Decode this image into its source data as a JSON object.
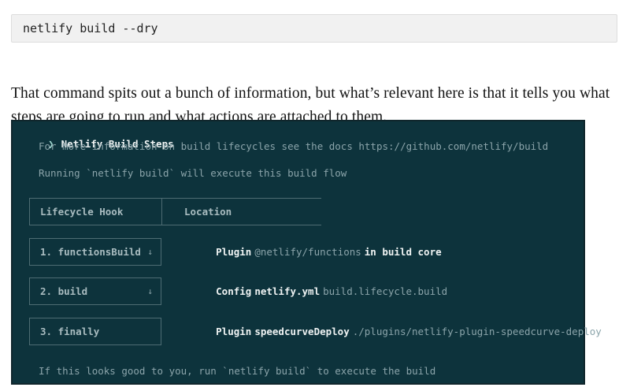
{
  "page": {
    "code_block": "netlify build --dry",
    "paragraph": "That command spits out a bunch of information, but what’s relevant here is that it tells you what steps are going to run and what actions are attached to them."
  },
  "terminal": {
    "prompt": "❯",
    "title": "Netlify Build Steps",
    "info_line": "For more information on build lifecycles see the docs https://github.com/netlify/build",
    "running_line": "Running `netlify build` will execute this build flow",
    "table": {
      "headers": [
        "Lifecycle Hook",
        "Location"
      ],
      "rows": [
        {
          "hook": "1. functionsBuild",
          "arrow": "↓",
          "loc": [
            "Plugin",
            "@netlify/functions",
            "in build core"
          ]
        },
        {
          "hook": "2. build",
          "arrow": "↓",
          "loc": [
            "Config",
            "netlify.yml",
            "build.lifecycle.build"
          ]
        },
        {
          "hook": "3. finally",
          "arrow": "",
          "loc": [
            "Plugin",
            "speedcurveDeploy",
            "./plugins/netlify-plugin-speedcurve-deploy"
          ]
        }
      ]
    },
    "footer_line": "If this looks good to you, run `netlify build` to execute the build",
    "colors": {
      "terminal_background": "#0d333c",
      "terminal_border": "#10262c",
      "bright_text": "#eff3f3",
      "dim_text": "#8ba4aa",
      "label_text": "#a9bcc0",
      "box_border": "#4e6c73",
      "prompt": "#9fd8d0",
      "code_block_background": "#f1f1f1",
      "code_block_border": "#dddddd"
    }
  }
}
